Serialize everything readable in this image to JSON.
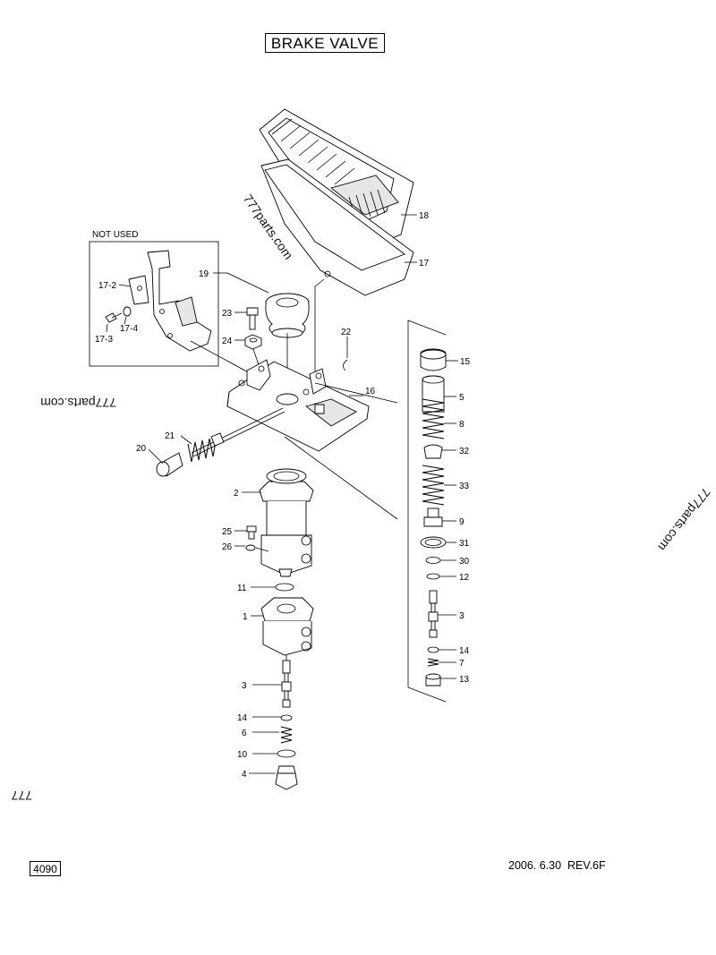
{
  "header": {
    "title": "BRAKE VALVE"
  },
  "footer": {
    "page_number": "4090",
    "revision": "2006. 6.30  REV.6F"
  },
  "inset": {
    "label": "NOT USED"
  },
  "watermarks": [
    "777parts.com",
    "777parts.com",
    "777parts.com",
    "777"
  ],
  "callouts": {
    "c18": "18",
    "c17": "17",
    "c19": "19",
    "c23": "23",
    "c24": "24",
    "c22": "22",
    "c16": "16",
    "c15": "15",
    "c5": "5",
    "c8": "8",
    "c32": "32",
    "c33": "33",
    "c9": "9",
    "c31": "31",
    "c30": "30",
    "c12": "12",
    "c3r": "3",
    "c14r": "14",
    "c7": "7",
    "c13": "13",
    "c20": "20",
    "c21": "21",
    "c2": "2",
    "c25": "25",
    "c26": "26",
    "c11": "11",
    "c1": "1",
    "c3l": "3",
    "c14l": "14",
    "c6": "6",
    "c10": "10",
    "c4": "4",
    "c17_2": "17-2",
    "c17_3": "17-3",
    "c17_4": "17-4"
  }
}
